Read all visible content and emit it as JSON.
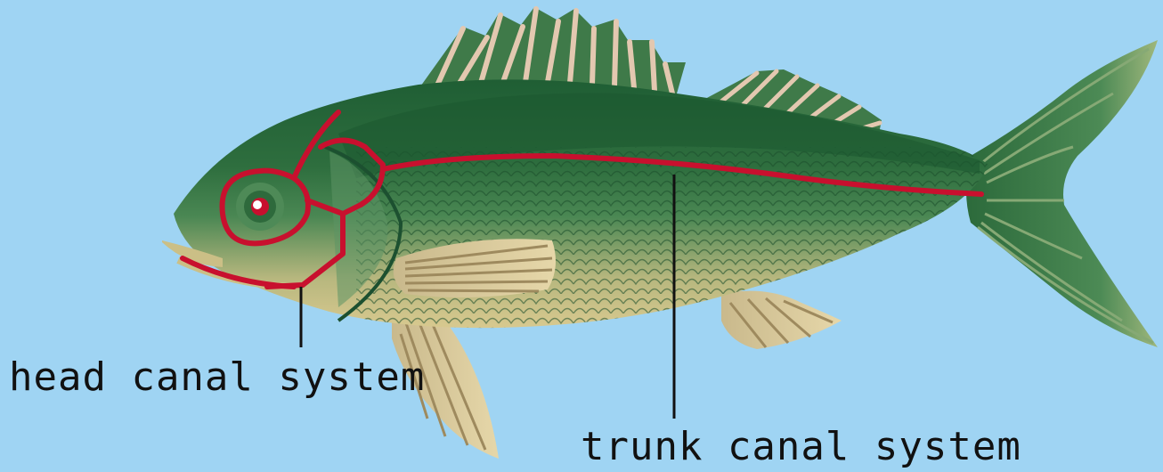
{
  "diagram": {
    "subject": "fish-lateral-line",
    "colors": {
      "background": "#9fd4f3",
      "body_dark": "#1f5e34",
      "body_mid": "#3f7f4c",
      "belly": "#d8c98f",
      "fin": "#d9c69a",
      "fin_ray": "#9e8a5e",
      "canal": "#c8102e",
      "leader_line": "#111111"
    },
    "labels": {
      "head": "head canal system",
      "trunk": "trunk canal system"
    }
  }
}
